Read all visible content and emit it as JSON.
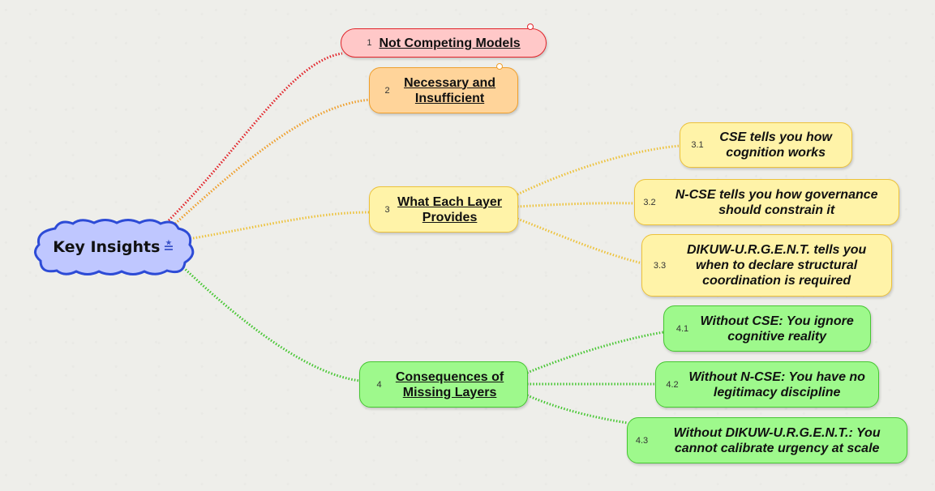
{
  "central": {
    "label": "Key Insights",
    "link_icon": "sub-map-link-icon"
  },
  "topics": [
    {
      "num": "1",
      "label": "Not Competing Models",
      "color": "#e2252b"
    },
    {
      "num": "2",
      "label": "Necessary and Insufficient",
      "color": "#ef9f2c"
    },
    {
      "num": "3",
      "label": "What Each Layer Provides",
      "color": "#edc23a",
      "children": [
        {
          "num": "3.1",
          "label": "CSE tells you how cognition works"
        },
        {
          "num": "3.2",
          "label": "N-CSE tells you how governance should constrain it"
        },
        {
          "num": "3.3",
          "label": "DIKUW-U.R.G.E.N.T. tells you when to declare structural coordination is required"
        }
      ]
    },
    {
      "num": "4",
      "label": "Consequences of Missing Layers",
      "color": "#46c632",
      "children": [
        {
          "num": "4.1",
          "label": "Without CSE: You ignore cognitive reality"
        },
        {
          "num": "4.2",
          "label": "Without N-CSE: You have no legitimacy discipline"
        },
        {
          "num": "4.3",
          "label": "Without DIKUW-U.R.G.E.N.T.: You cannot calibrate urgency at scale"
        }
      ]
    }
  ]
}
